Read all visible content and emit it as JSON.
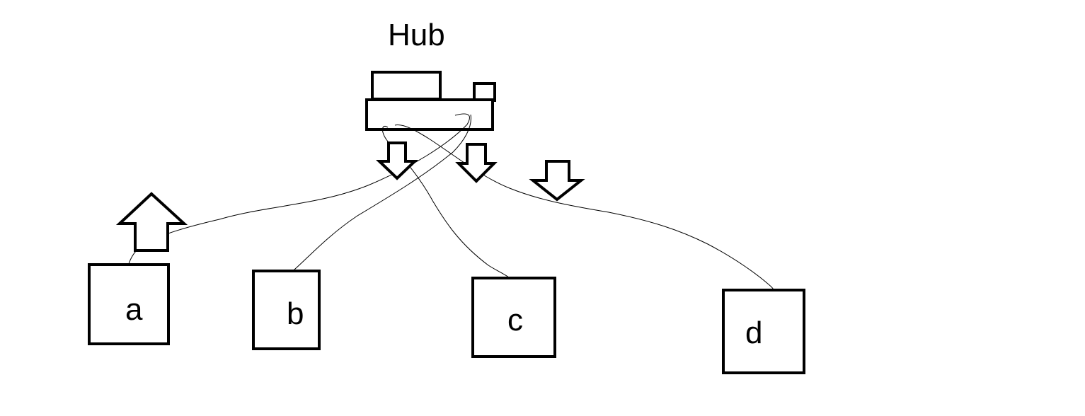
{
  "hub": {
    "title": "Hub"
  },
  "nodes": [
    {
      "id": "a",
      "label": "a"
    },
    {
      "id": "b",
      "label": "b"
    },
    {
      "id": "c",
      "label": "c"
    },
    {
      "id": "d",
      "label": "d"
    }
  ]
}
